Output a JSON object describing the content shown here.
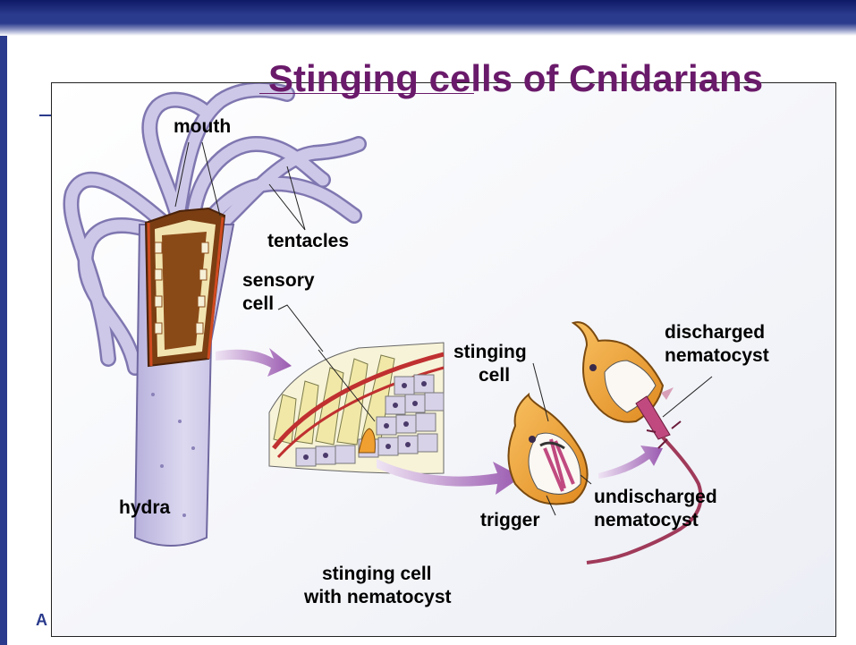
{
  "slide": {
    "title": "Stinging cells of Cnidarians",
    "footer_text": "A"
  },
  "colors": {
    "title": "#6a1a6a",
    "top_bar": "#2a3a8c",
    "hydra_body": "#cfcbe6",
    "cell_orange": "#f0a030",
    "arrow": "#9a5ab0",
    "nematocyst": "#c04a80"
  },
  "labels": {
    "mouth": "mouth",
    "tentacles": "tentacles",
    "sensory_line1": "sensory",
    "sensory_line2": "cell",
    "stinging_line1": "stinging",
    "stinging_line2": "cell",
    "discharged_line1": "discharged",
    "discharged_line2": "nematocyst",
    "undischarged_line1": "undischarged",
    "undischarged_line2": "nematocyst",
    "trigger": "trigger",
    "hydra": "hydra",
    "caption_line1": "stinging cell",
    "caption_line2": "with nematocyst"
  }
}
